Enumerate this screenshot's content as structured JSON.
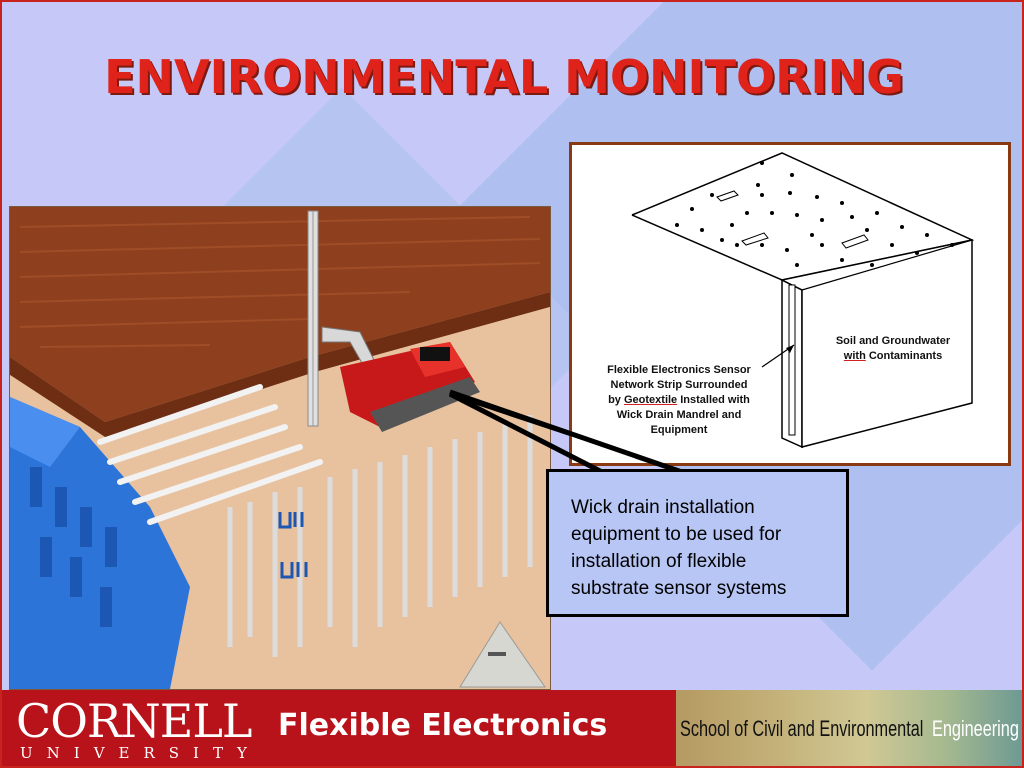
{
  "slide": {
    "title": "ENVIRONMENTAL MONITORING"
  },
  "diagram": {
    "sensor_label": {
      "line1": "Flexible Electronics Sensor",
      "line2": "Network Strip Surrounded",
      "line3_prefix": "by ",
      "line3_underlined": "Geotextile",
      "line3_suffix": " Installed with",
      "line4": "Wick Drain Mandrel and",
      "line5": "Equipment"
    },
    "soil_label": {
      "line1": "Soil and Groundwater",
      "line2_underlined": "with",
      "line2_suffix": " Contaminants"
    }
  },
  "callout": {
    "text": "Wick drain installation equipment to be used for installation of flexible substrate sensor systems"
  },
  "footer": {
    "logo_word": "CORNELL",
    "logo_sub": "UNIVERSITY",
    "center_text": "Flexible Electronics",
    "school_text": "School of Civil and Environmental",
    "school_highlight": "Engineering"
  },
  "colors": {
    "title": "#e0231a",
    "border": "#c8231c",
    "footer_bg": "#b8121a",
    "callout_bg": "#b8c6f5",
    "slide_bg": "#c6c9f7"
  }
}
